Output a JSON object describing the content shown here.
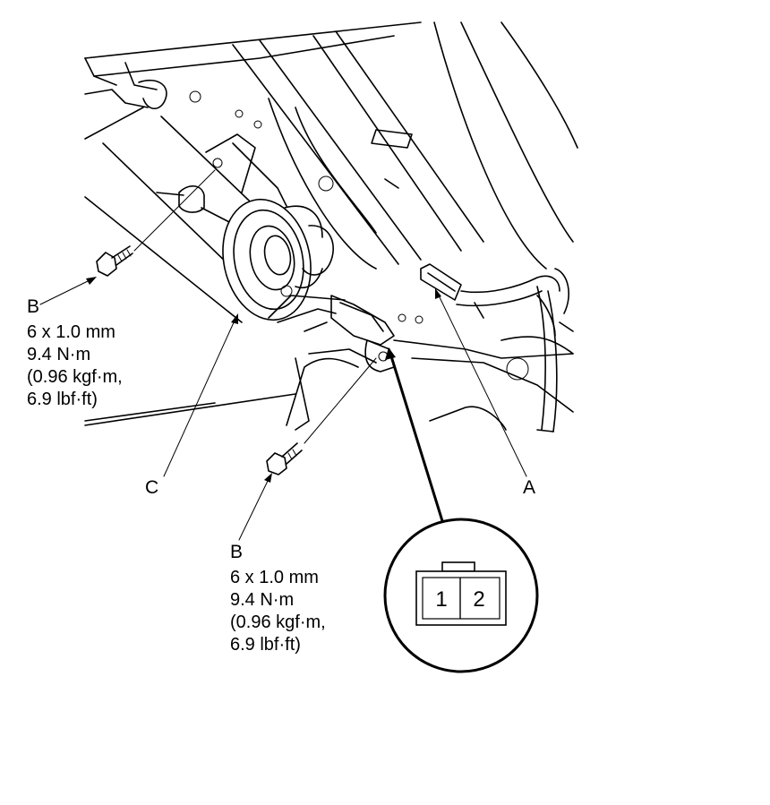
{
  "labels": {
    "a": "A",
    "c": "C",
    "b_left": {
      "letter": "B",
      "lines": [
        "6 x 1.0 mm",
        "9.4 N·m",
        "(0.96 kgf·m,",
        "6.9 lbf·ft)"
      ]
    },
    "b_bottom": {
      "letter": "B",
      "lines": [
        "6 x 1.0 mm",
        "9.4 N·m",
        "(0.96 kgf·m,",
        "6.9 lbf·ft)"
      ]
    }
  },
  "connector_detail": {
    "pins": [
      "1",
      "2"
    ]
  }
}
